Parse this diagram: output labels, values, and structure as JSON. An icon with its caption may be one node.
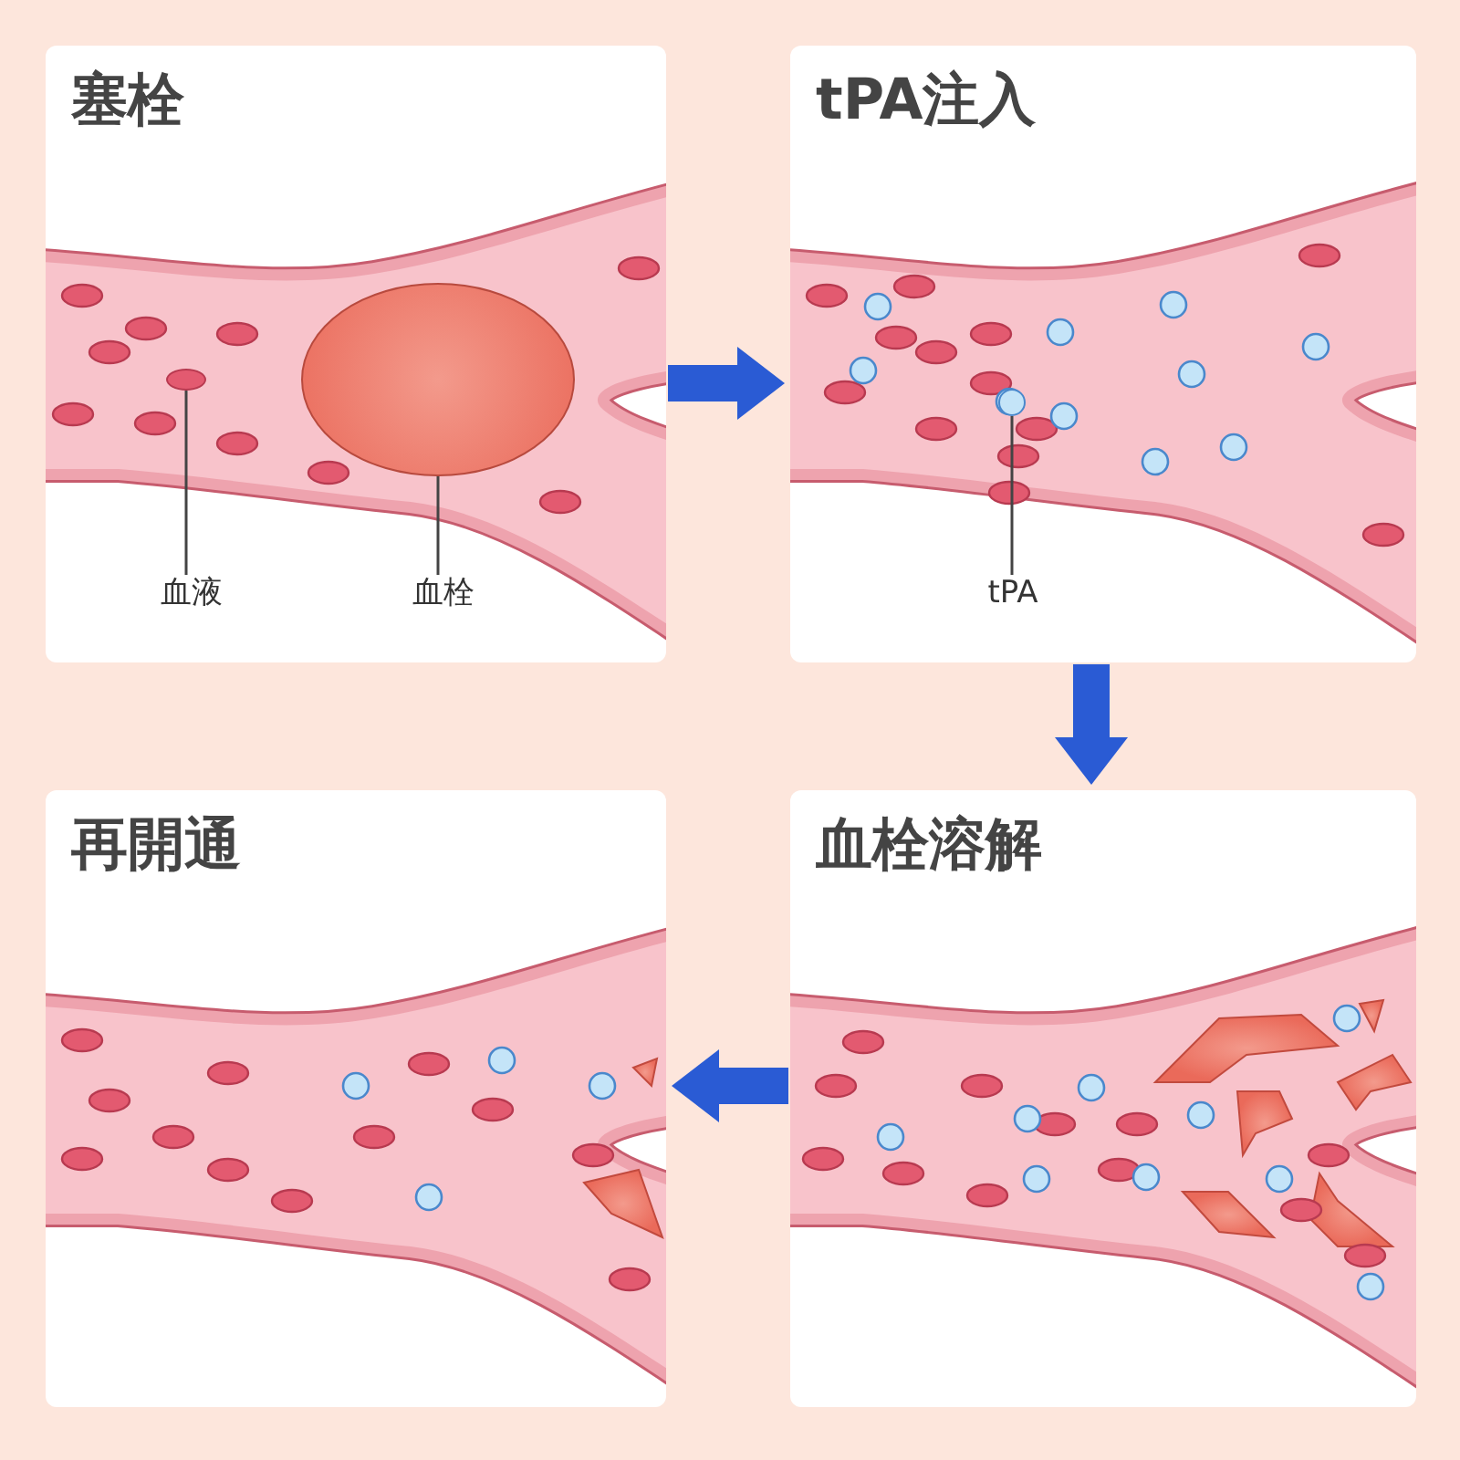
{
  "diagram": {
    "nodes": [
      {
        "text": [
          "塞栓"
        ]
      },
      {
        "text": [
          "tPA注入"
        ]
      },
      {
        "text": [
          "再開通"
        ]
      },
      {
        "text": [
          "血栓溶解"
        ]
      },
      {
        "text": [
          "血液"
        ],
        "in": 0
      },
      {
        "text": [],
        "shape": "circle",
        "in": 0
      },
      {
        "text": [
          "血栓"
        ],
        "in": 0
      },
      {
        "text": [],
        "shape": "circle",
        "in": 0
      },
      {
        "text": [
          "tPA"
        ],
        "in": 1
      },
      {
        "text": [],
        "shape": "circle",
        "in": 1
      }
    ],
    "edges": [
      {
        "from": 0,
        "to": 1,
        "arrow": "to",
        "style": "thick",
        "color": "#2a5bd4"
      },
      {
        "from": 1,
        "to": 3,
        "arrow": "to",
        "style": "thick",
        "color": "#2a5bd4"
      },
      {
        "from": 3,
        "to": 2,
        "arrow": "to",
        "style": "thick",
        "color": "#2a5bd4"
      },
      {
        "from": 4,
        "to": 5,
        "arrow": "none",
        "color": "#444444"
      },
      {
        "from": 6,
        "to": 7,
        "arrow": "none",
        "color": "#444444"
      },
      {
        "from": 8,
        "to": 9,
        "arrow": "none",
        "color": "#444444"
      }
    ]
  }
}
